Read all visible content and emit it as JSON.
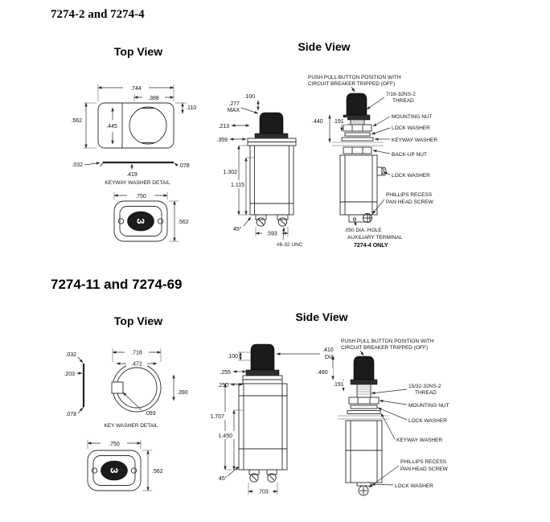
{
  "s1": {
    "title": "7274-2 and 7274-4",
    "top_view": {
      "heading": "Top View",
      "dim_744": ".744",
      "dim_388": ".388",
      "dim_110": ".110",
      "dim_562": ".562",
      "dim_445": ".445",
      "dim_032": ".032",
      "dim_419": ".419",
      "dim_078": ".078",
      "caption": "KEYWAY WASHER DETAIL"
    },
    "connector": {
      "dim_750": ".750",
      "dim_562": ".562",
      "marking": "3"
    },
    "side_view": {
      "heading": "Side View",
      "dim_277": ".277",
      "dim_277_note": "MAX",
      "dim_100": ".100",
      "dim_213": ".213",
      "dim_359": ".359",
      "dim_1302": "1.302",
      "dim_1115": "1.115",
      "angle_45": "45°",
      "dim_593": ".593",
      "terminal_thread": "#6-32 UNC"
    },
    "right_view": {
      "note_line1": "PUSH PULL BUTTON POSITION WITH",
      "note_line2": "CIRCUIT BREAKER TRIPPED (OFF)",
      "dim_440": ".440",
      "dim_191": ".191",
      "thread_line1": "7/16-32NS-2",
      "thread_line2": "THREAD",
      "mounting_nut": "MOUNTING NUT",
      "lock_washer_upper": "LOCK WASHER",
      "keyway_washer": "KEYWAY WASHER",
      "backup_nut": "BACK-UP NUT",
      "lock_washer_lower": "LOCK WASHER",
      "screw_line1": "PHILLIPS RECESS",
      "screw_line2": "PAN HEAD SCREW",
      "hole_note": ".050 DIA. HOLE",
      "aux_line1": "AUXILIARY TERMINAL",
      "aux_line2": "7274-4 ONLY"
    }
  },
  "s2": {
    "title": "7274-11 and 7274-69",
    "top_view": {
      "heading": "Top View",
      "dim_032": ".032",
      "dim_718": ".718",
      "dim_472": ".472",
      "dim_203": ".203",
      "dim_390": ".390",
      "dim_078": ".078",
      "dim_093": ".093",
      "caption": "KEY WASHER DETAIL"
    },
    "connector": {
      "dim_750": ".750",
      "dim_562": ".562",
      "marking": "3"
    },
    "side_view": {
      "heading": "Side View",
      "dim_100": ".100",
      "dim_410": ".410",
      "dim_410_note": "DIA",
      "dim_255": ".255",
      "dim_250": ".250",
      "dim_1707": "1.707",
      "dim_1450": "1.450",
      "angle_45": "45°",
      "dim_703": ".703"
    },
    "right_view": {
      "note_line1": "PUSH PULL BUTTON POSITION WITH",
      "note_line2": "CIRCUIT BREAKER TRIPPED (OFF)",
      "dim_480": ".480",
      "dim_191": ".191",
      "thread_line1": "15/32-32NS-2",
      "thread_line2": "THREAD",
      "mounting_nut": "MOUNTING NUT",
      "lock_washer_upper": "LOCK WASHER",
      "keyway_washer": "KEYWAY WASHER",
      "screw_line1": "PHILLIPS RECESS",
      "screw_line2": "PAN HEAD SCREW",
      "lock_washer_lower": "LOCK WASHER"
    }
  }
}
